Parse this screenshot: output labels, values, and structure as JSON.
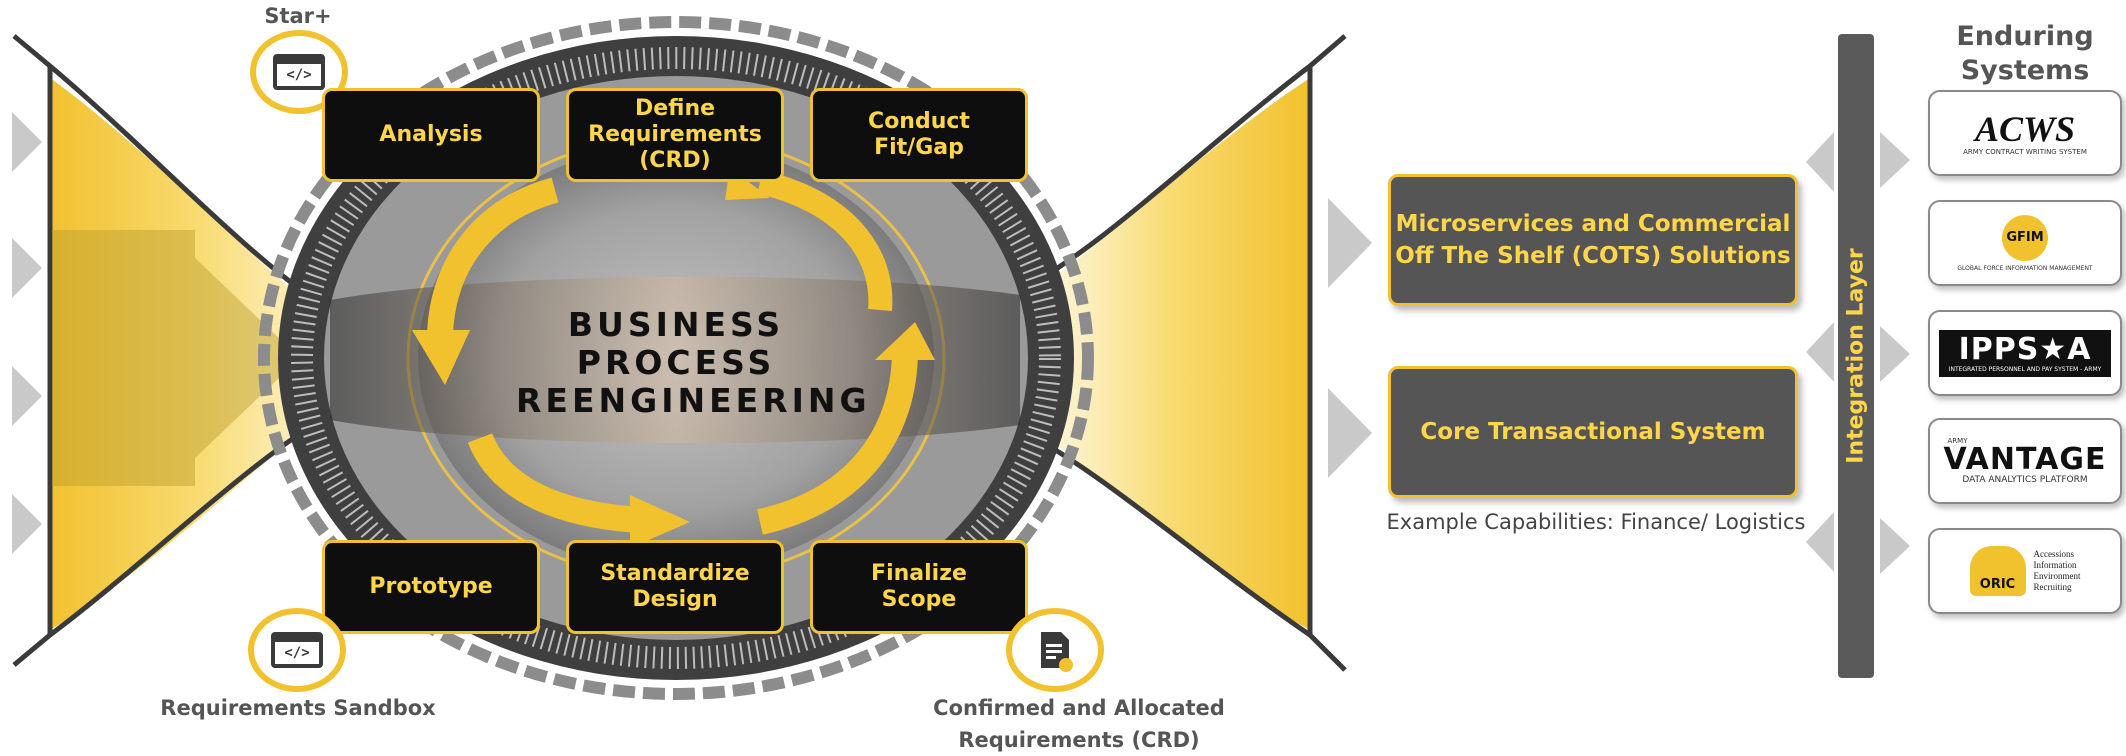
{
  "colors": {
    "accent": "#f2c12e",
    "accent_text": "#ffd54a",
    "dark": "#0e0e0e",
    "box_gray": "#555555",
    "text_gray": "#555555"
  },
  "icons": {
    "star_plus": "code-window-icon",
    "sandbox": "code-window-icon",
    "crd": "document-icon"
  },
  "top_left": {
    "label": "Star+"
  },
  "center": {
    "title": "BUSINESS\nPROCESS\nREENGINEERING"
  },
  "stages": {
    "analysis": "Analysis",
    "define": "Define\nRequirements\n(CRD)",
    "fitgap": "Conduct\nFit/Gap",
    "prototype": "Prototype",
    "standardize": "Standardize\nDesign",
    "finalize": "Finalize\nScope"
  },
  "captions": {
    "sandbox": "Requirements Sandbox",
    "crd": "Confirmed and Allocated\nRequirements (CRD)"
  },
  "solutions": {
    "microservices": "Microservices and Commercial\nOff The Shelf (COTS) Solutions",
    "core": "Core Transactional System",
    "example": "Example Capabilities: Finance/ Logistics"
  },
  "integration": {
    "label": "Integration Layer"
  },
  "enduring": {
    "header": "Enduring\nSystems",
    "systems": [
      {
        "name": "ACWS",
        "sub": "ARMY CONTRACT WRITING SYSTEM"
      },
      {
        "name": "GFIM",
        "sub": "GLOBAL FORCE INFORMATION MANAGEMENT"
      },
      {
        "name": "IPPS★A",
        "sub": "INTEGRATED PERSONNEL AND PAY SYSTEM - ARMY"
      },
      {
        "name": "VANTAGE",
        "top": "ARMY",
        "sub": "DATA ANALYTICS PLATFORM"
      },
      {
        "name": "ORIC",
        "sub": "Accessions\nInformation\nEnvironment\nRecruiting"
      }
    ]
  }
}
